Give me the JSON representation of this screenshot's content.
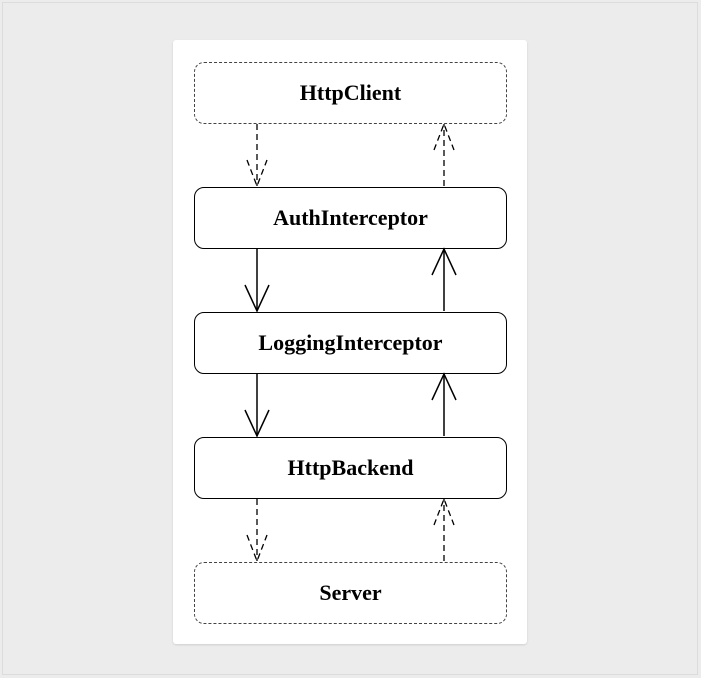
{
  "diagram": {
    "nodes": [
      {
        "id": "httpclient",
        "label": "HttpClient",
        "style": "dashed"
      },
      {
        "id": "authinterceptor",
        "label": "AuthInterceptor",
        "style": "solid"
      },
      {
        "id": "logginginterceptor",
        "label": "LoggingInterceptor",
        "style": "solid"
      },
      {
        "id": "httpbackend",
        "label": "HttpBackend",
        "style": "solid"
      },
      {
        "id": "server",
        "label": "Server",
        "style": "dashed"
      }
    ],
    "edges": [
      {
        "from": "httpclient",
        "to": "authinterceptor",
        "style": "dashed",
        "direction": "down"
      },
      {
        "from": "authinterceptor",
        "to": "httpclient",
        "style": "dashed",
        "direction": "up"
      },
      {
        "from": "authinterceptor",
        "to": "logginginterceptor",
        "style": "solid",
        "direction": "down"
      },
      {
        "from": "logginginterceptor",
        "to": "authinterceptor",
        "style": "solid",
        "direction": "up"
      },
      {
        "from": "logginginterceptor",
        "to": "httpbackend",
        "style": "solid",
        "direction": "down"
      },
      {
        "from": "httpbackend",
        "to": "logginginterceptor",
        "style": "solid",
        "direction": "up"
      },
      {
        "from": "httpbackend",
        "to": "server",
        "style": "dashed",
        "direction": "down"
      },
      {
        "from": "server",
        "to": "httpbackend",
        "style": "dashed",
        "direction": "up"
      }
    ]
  }
}
